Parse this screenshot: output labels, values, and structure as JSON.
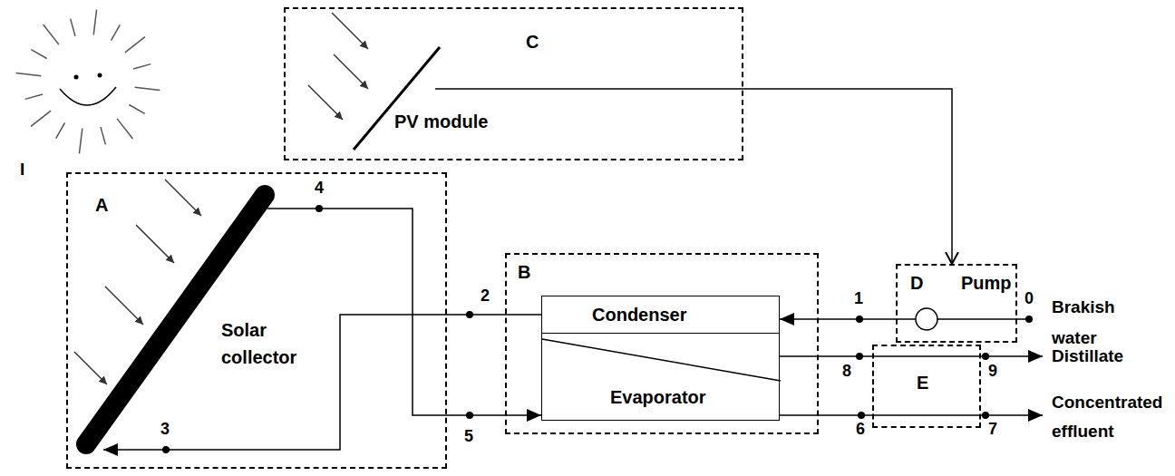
{
  "diagram": {
    "nodes": [
      {
        "text": [
          "A"
        ]
      },
      {
        "text": [
          "Solar collector"
        ],
        "in": 0
      },
      {
        "text": [
          "C"
        ]
      },
      {
        "text": [
          "PV module"
        ],
        "in": 2
      },
      {
        "text": [
          "B"
        ]
      },
      {
        "text": [
          "Condenser"
        ],
        "in": 4
      },
      {
        "text": [
          "Evaporator"
        ],
        "in": 4
      },
      {
        "text": [
          "D",
          "Pump"
        ]
      },
      {
        "text": [
          "E"
        ]
      }
    ],
    "edges": [
      {
        "from": 3,
        "to": 7,
        "arrow": "to"
      },
      {
        "from": 7,
        "to": 5,
        "arrow": "to"
      },
      {
        "from": 5,
        "to": 1,
        "arrow": "to"
      },
      {
        "from": 1,
        "to": 6,
        "arrow": "to"
      },
      {
        "from": 6,
        "to": 8,
        "arrow": "none"
      },
      {
        "from": 6,
        "to": 8,
        "arrow": "none"
      }
    ],
    "labels": [
      "I",
      "4",
      "2",
      "1",
      "0",
      "3",
      "5",
      "8",
      "9",
      "6",
      "7",
      "Brakish water",
      "Distillate",
      "Concentrated effluent"
    ]
  }
}
